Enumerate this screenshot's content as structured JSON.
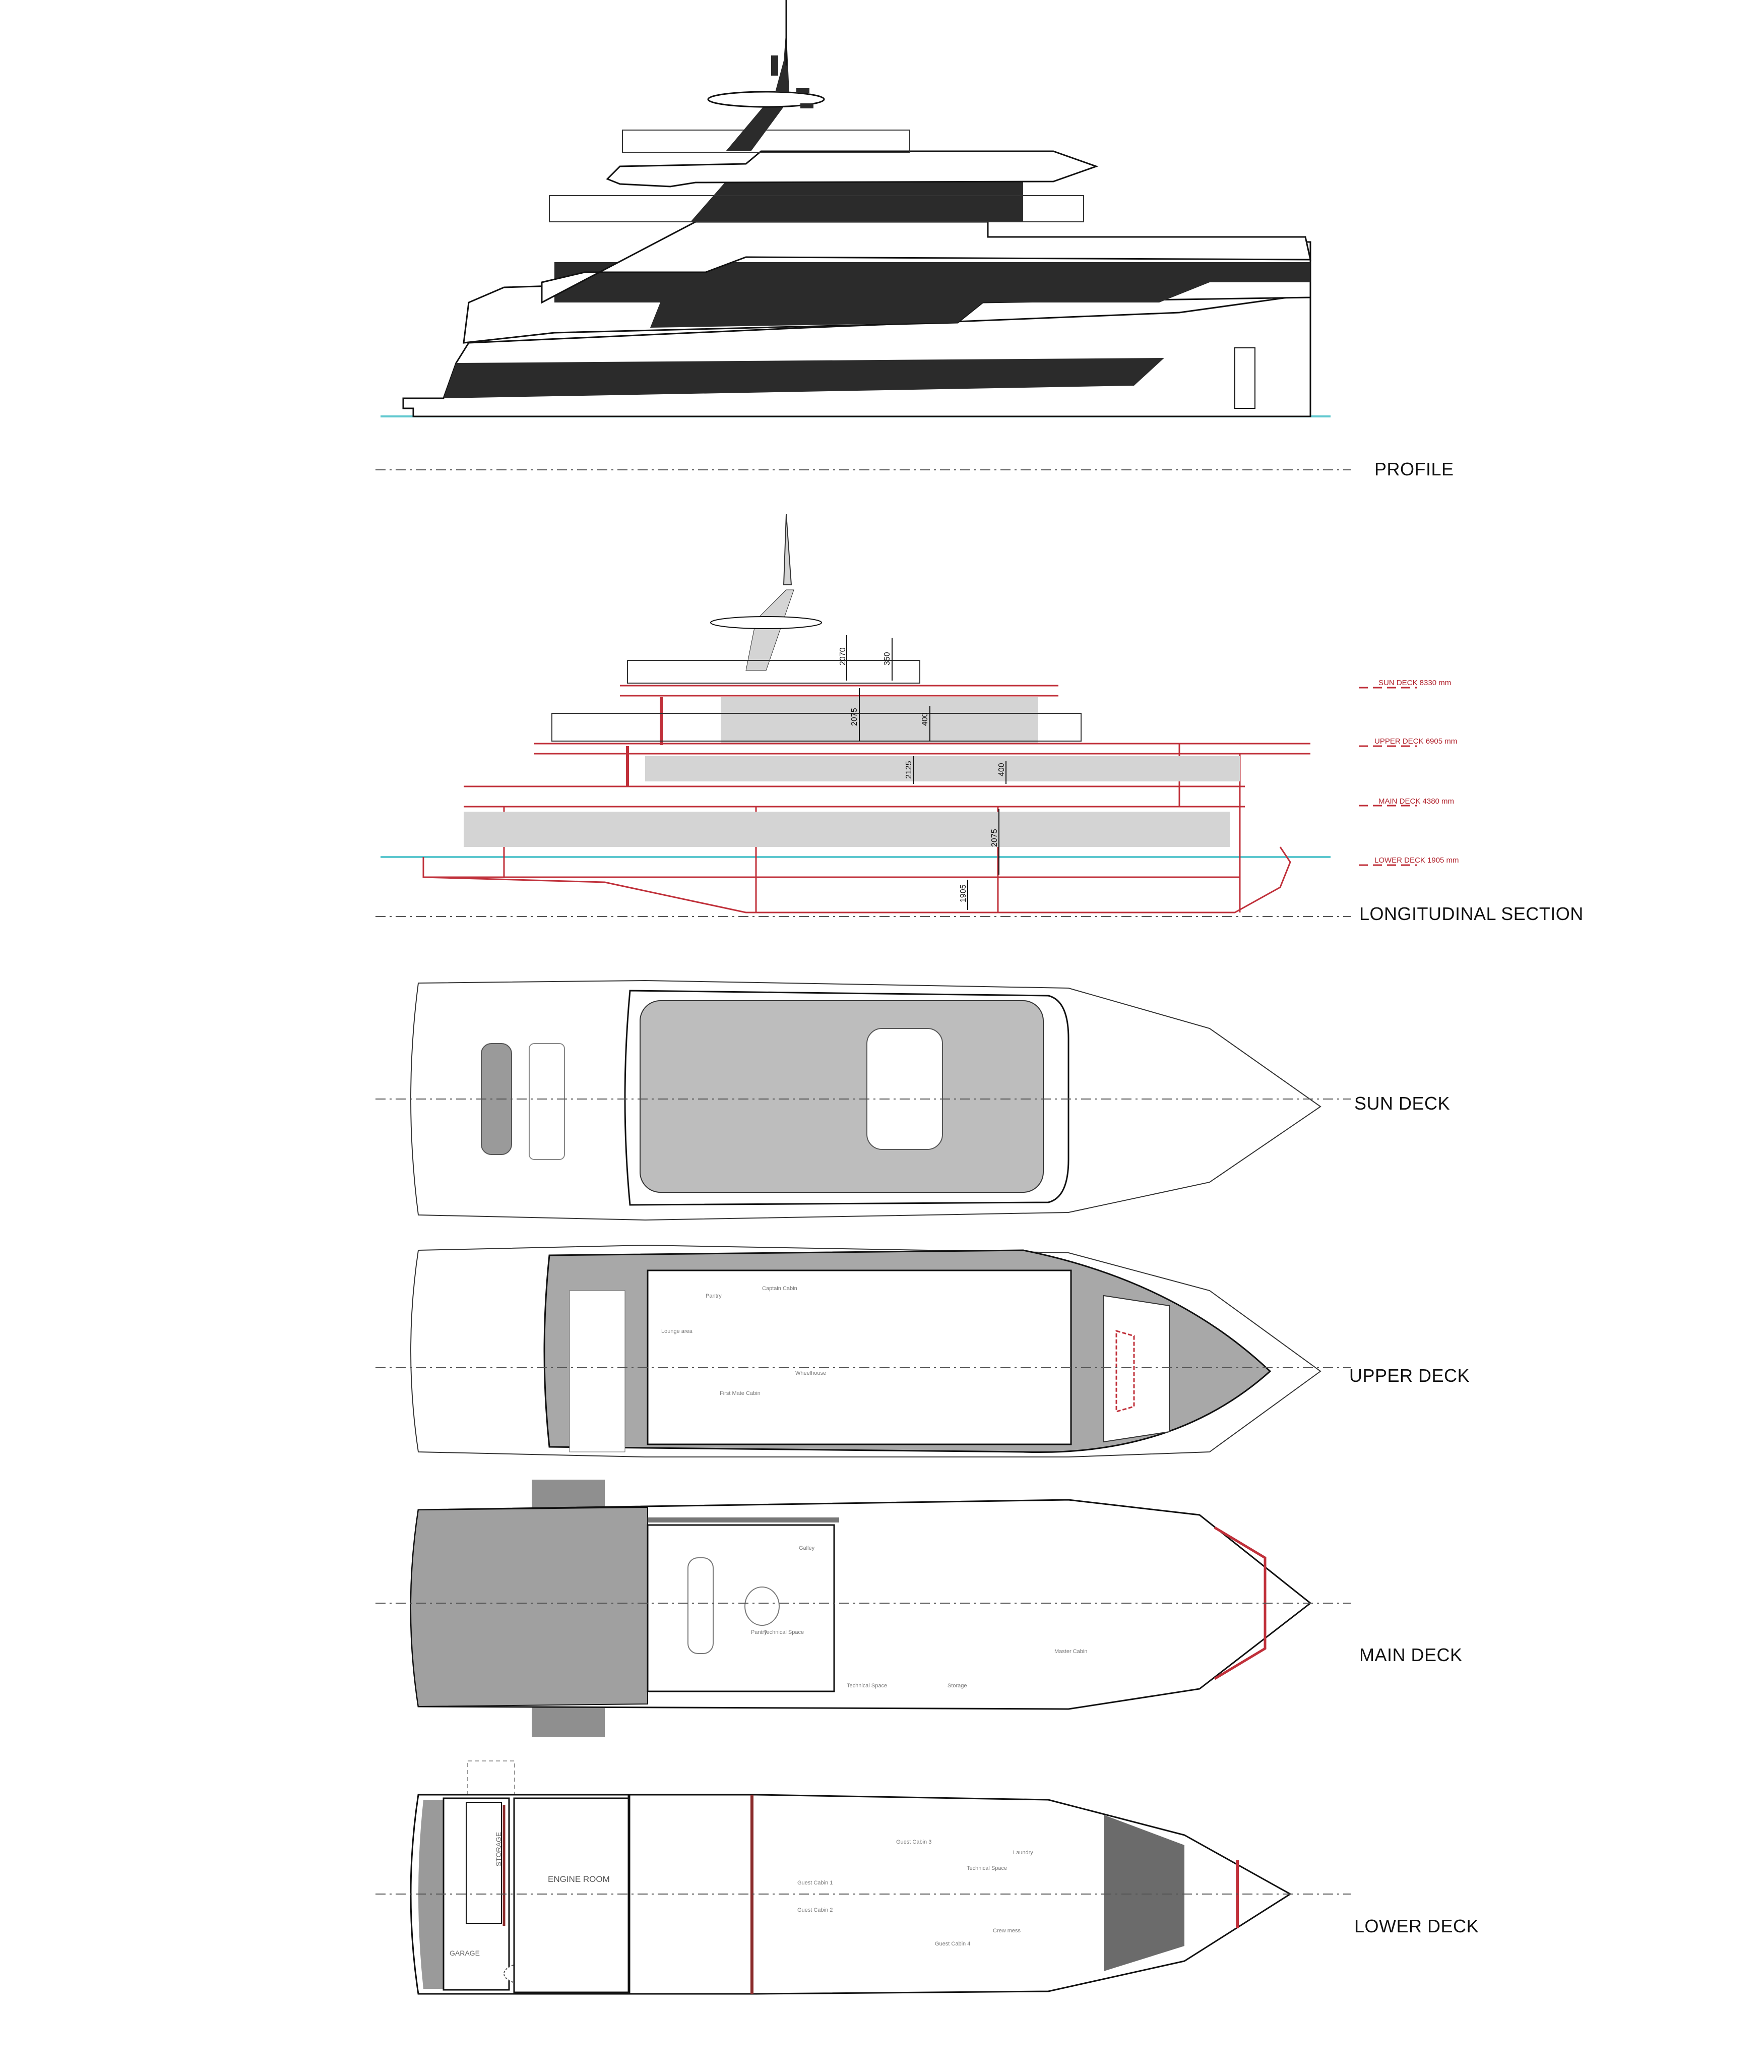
{
  "colors": {
    "line": "#111111",
    "hull_dark": "#2b2b2b",
    "glazing_grey": "#d4d4d4",
    "teak_grey": "#9a9a9a",
    "section_red": "#c0303a",
    "waterline_cyan": "#5fc8cf",
    "wall_grey": "#6b6b6b"
  },
  "views": [
    {
      "id": "profile",
      "title": "PROFILE"
    },
    {
      "id": "section",
      "title": "LONGITUDINAL SECTION"
    },
    {
      "id": "sun",
      "title": "SUN DECK"
    },
    {
      "id": "upper",
      "title": "UPPER DECK"
    },
    {
      "id": "main",
      "title": "MAIN DECK"
    },
    {
      "id": "lower",
      "title": "LOWER DECK"
    }
  ],
  "deck_levels": [
    {
      "label": "SUN DECK 8330 mm"
    },
    {
      "label": "UPPER DECK 6905 mm"
    },
    {
      "label": "MAIN DECK 4380 mm"
    },
    {
      "label": "LOWER DECK 1905 mm"
    }
  ],
  "section_dimensions": [
    {
      "value": "2070"
    },
    {
      "value": "350"
    },
    {
      "value": "2075"
    },
    {
      "value": "400"
    },
    {
      "value": "2125"
    },
    {
      "value": "400"
    },
    {
      "value": "2075"
    },
    {
      "value": "1905"
    }
  ],
  "upper_deck_rooms": [
    {
      "label": "Lounge area"
    },
    {
      "label": "Pantry"
    },
    {
      "label": "Captain Cabin"
    },
    {
      "label": "First Mate Cabin"
    },
    {
      "label": "Wheelhouse"
    }
  ],
  "main_deck_rooms": [
    {
      "label": "Galley"
    },
    {
      "label": "Pantry"
    },
    {
      "label": "Technical Space"
    },
    {
      "label": "Technical Space"
    },
    {
      "label": "Storage"
    },
    {
      "label": "Master Cabin"
    }
  ],
  "lower_deck_rooms": [
    {
      "label": "STORAGE"
    },
    {
      "label": "GARAGE"
    },
    {
      "label": "ENGINE ROOM"
    },
    {
      "label": "Guest Cabin 1"
    },
    {
      "label": "Guest Cabin 2"
    },
    {
      "label": "Guest Cabin 3"
    },
    {
      "label": "Guest Cabin 4"
    },
    {
      "label": "Laundry"
    },
    {
      "label": "Crew mess"
    },
    {
      "label": "Technical Space"
    }
  ]
}
